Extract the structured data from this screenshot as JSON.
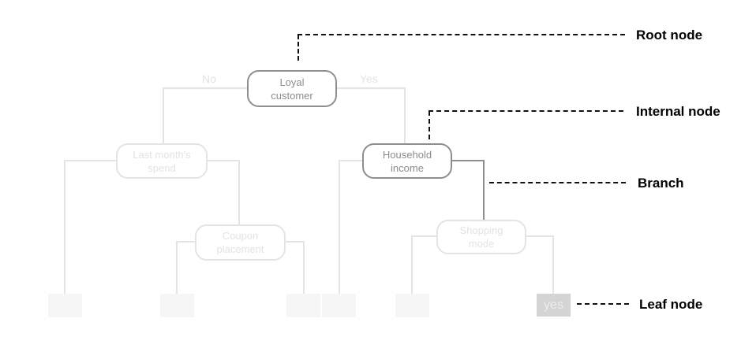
{
  "tree": {
    "nodes": {
      "loyal_customer": "Loyal\ncustomer",
      "last_months_spend": "Last month's\nspend",
      "household_income": "Household\nincome",
      "coupon_placement": "Coupon\nplacement",
      "shopping_mode": "Shopping\nmode"
    },
    "edge_labels": {
      "no": "No",
      "yes": "Yes"
    },
    "leaf_highlight_label": "yes"
  },
  "annotations": {
    "root": {
      "label": "Root node"
    },
    "internal": {
      "label": "Internal node"
    },
    "branch": {
      "label": "Branch"
    },
    "leaf": {
      "label": "Leaf node"
    }
  },
  "colors": {
    "highlight_stroke": "#8e8e8e",
    "highlight_text": "#8c8c8c",
    "faded_gray": "#e4e4e4",
    "leaf_fill": "#f6f6f6",
    "leaf_highlight_fill": "#d4d4d4",
    "leaf_highlight_text": "#ececec",
    "annotation_black": "#111111",
    "background": "#ffffff"
  }
}
